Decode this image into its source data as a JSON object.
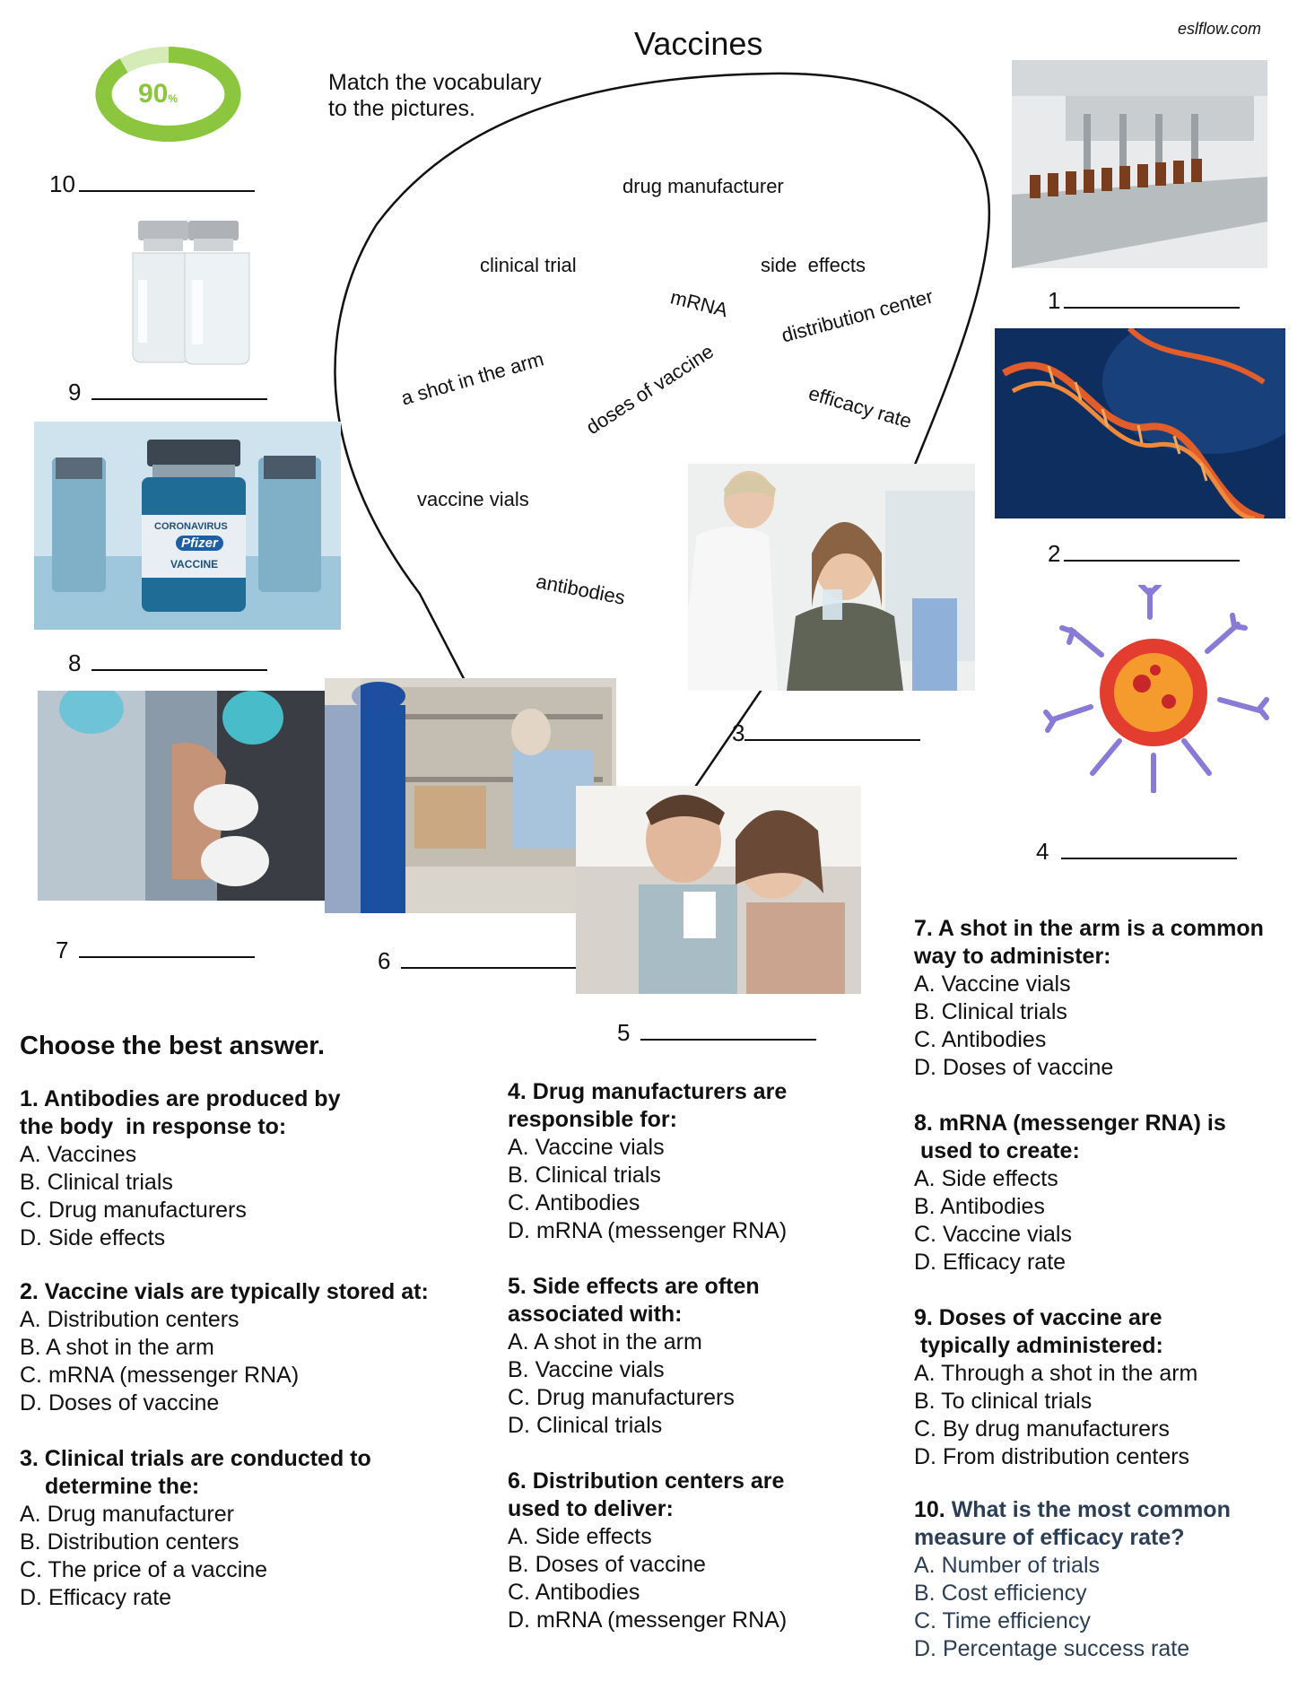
{
  "header": {
    "title": "Vaccines",
    "site": "eslflow.com",
    "instruction_line1": "Match the vocabulary",
    "instruction_line2": "to the pictures.",
    "gauge_value": "90",
    "gauge_unit": "%",
    "gauge_fraction": 0.9
  },
  "vocabulary": {
    "w1": "drug manufacturer",
    "w2": "clinical trial",
    "w3": "side  effects",
    "w4": "mRNA",
    "w5": "distribution center",
    "w6": "a shot in the arm",
    "w7": "doses of vaccine",
    "w8": "efficacy rate",
    "w9": "vaccine vials",
    "w10": "antibodies"
  },
  "numbers": {
    "n1": "1",
    "n2": "2",
    "n3": "3",
    "n4": "4",
    "n5": "5",
    "n6": "6",
    "n7": "7",
    "n8": "8",
    "n9": "9",
    "n10": "10"
  },
  "photo_text": {
    "vial_l1": "CORONAVIRUS",
    "vial_l2": "Pfizer",
    "vial_l3": "VACCINE"
  },
  "quiz": {
    "heading": "Choose the best answer.",
    "q1": {
      "l1": "1. Antibodies are produced by",
      "l2": "the body  in response to:",
      "a": "A. Vaccines",
      "b": "B. Clinical trials",
      "c": "C. Drug manufacturers",
      "d": "D. Side effects"
    },
    "q2": {
      "l1": "2. Vaccine vials are typically stored at:",
      "a": "A. Distribution centers",
      "b": "B. A shot in the arm",
      "c": "C. mRNA (messenger RNA)",
      "d": "D. Doses of vaccine"
    },
    "q3": {
      "l1": "3. Clinical trials are conducted to",
      "l2": "determine the:",
      "a": "A. Drug manufacturer",
      "b": "B. Distribution centers",
      "c": "C. The price of a vaccine",
      "d": "D. Efficacy rate"
    },
    "q4": {
      "l1": "4. Drug manufacturers are",
      "l2": "responsible for:",
      "a": "A. Vaccine vials",
      "b": "B. Clinical trials",
      "c": "C. Antibodies",
      "d": "D. mRNA (messenger RNA)"
    },
    "q5": {
      "l1": "5. Side effects are often",
      "l2": "associated with:",
      "a": "A. A shot in the arm",
      "b": "B. Vaccine vials",
      "c": "C. Drug manufacturers",
      "d": "D. Clinical trials"
    },
    "q6": {
      "l1": "6. Distribution centers are",
      "l2": "used to deliver:",
      "a": "A. Side effects",
      "b": "B. Doses of vaccine",
      "c": "C. Antibodies",
      "d": "D. mRNA (messenger RNA)"
    },
    "q7": {
      "l1": "7. A shot in the arm is a common",
      "l2": "way to administer:",
      "a": "A. Vaccine vials",
      "b": "B. Clinical trials",
      "c": "C. Antibodies",
      "d": "D. Doses of vaccine"
    },
    "q8": {
      "l1": "8. mRNA (messenger RNA) is",
      "l2": " used to create:",
      "a": "A. Side effects",
      "b": "B. Antibodies",
      "c": "C. Vaccine vials",
      "d": "D. Efficacy rate"
    },
    "q9": {
      "l1": "9. Doses of vaccine are",
      "l2": " typically administered:",
      "a": "A. Through a shot in the arm",
      "b": "B. To clinical trials",
      "c": "C. By drug manufacturers",
      "d": "D. From distribution centers"
    },
    "q10": {
      "l1a": "10.",
      "l1b": " What is the most common",
      "l2": "measure of efficacy rate?",
      "a": "A. Number of trials",
      "b": "B. Cost efficiency",
      "c": "C. Time efficiency",
      "d": "D. Percentage success rate"
    }
  },
  "colors": {
    "gauge_green": "#8cc63f",
    "gauge_light": "#d6ecb8",
    "question_blue": "#2c3e55"
  }
}
